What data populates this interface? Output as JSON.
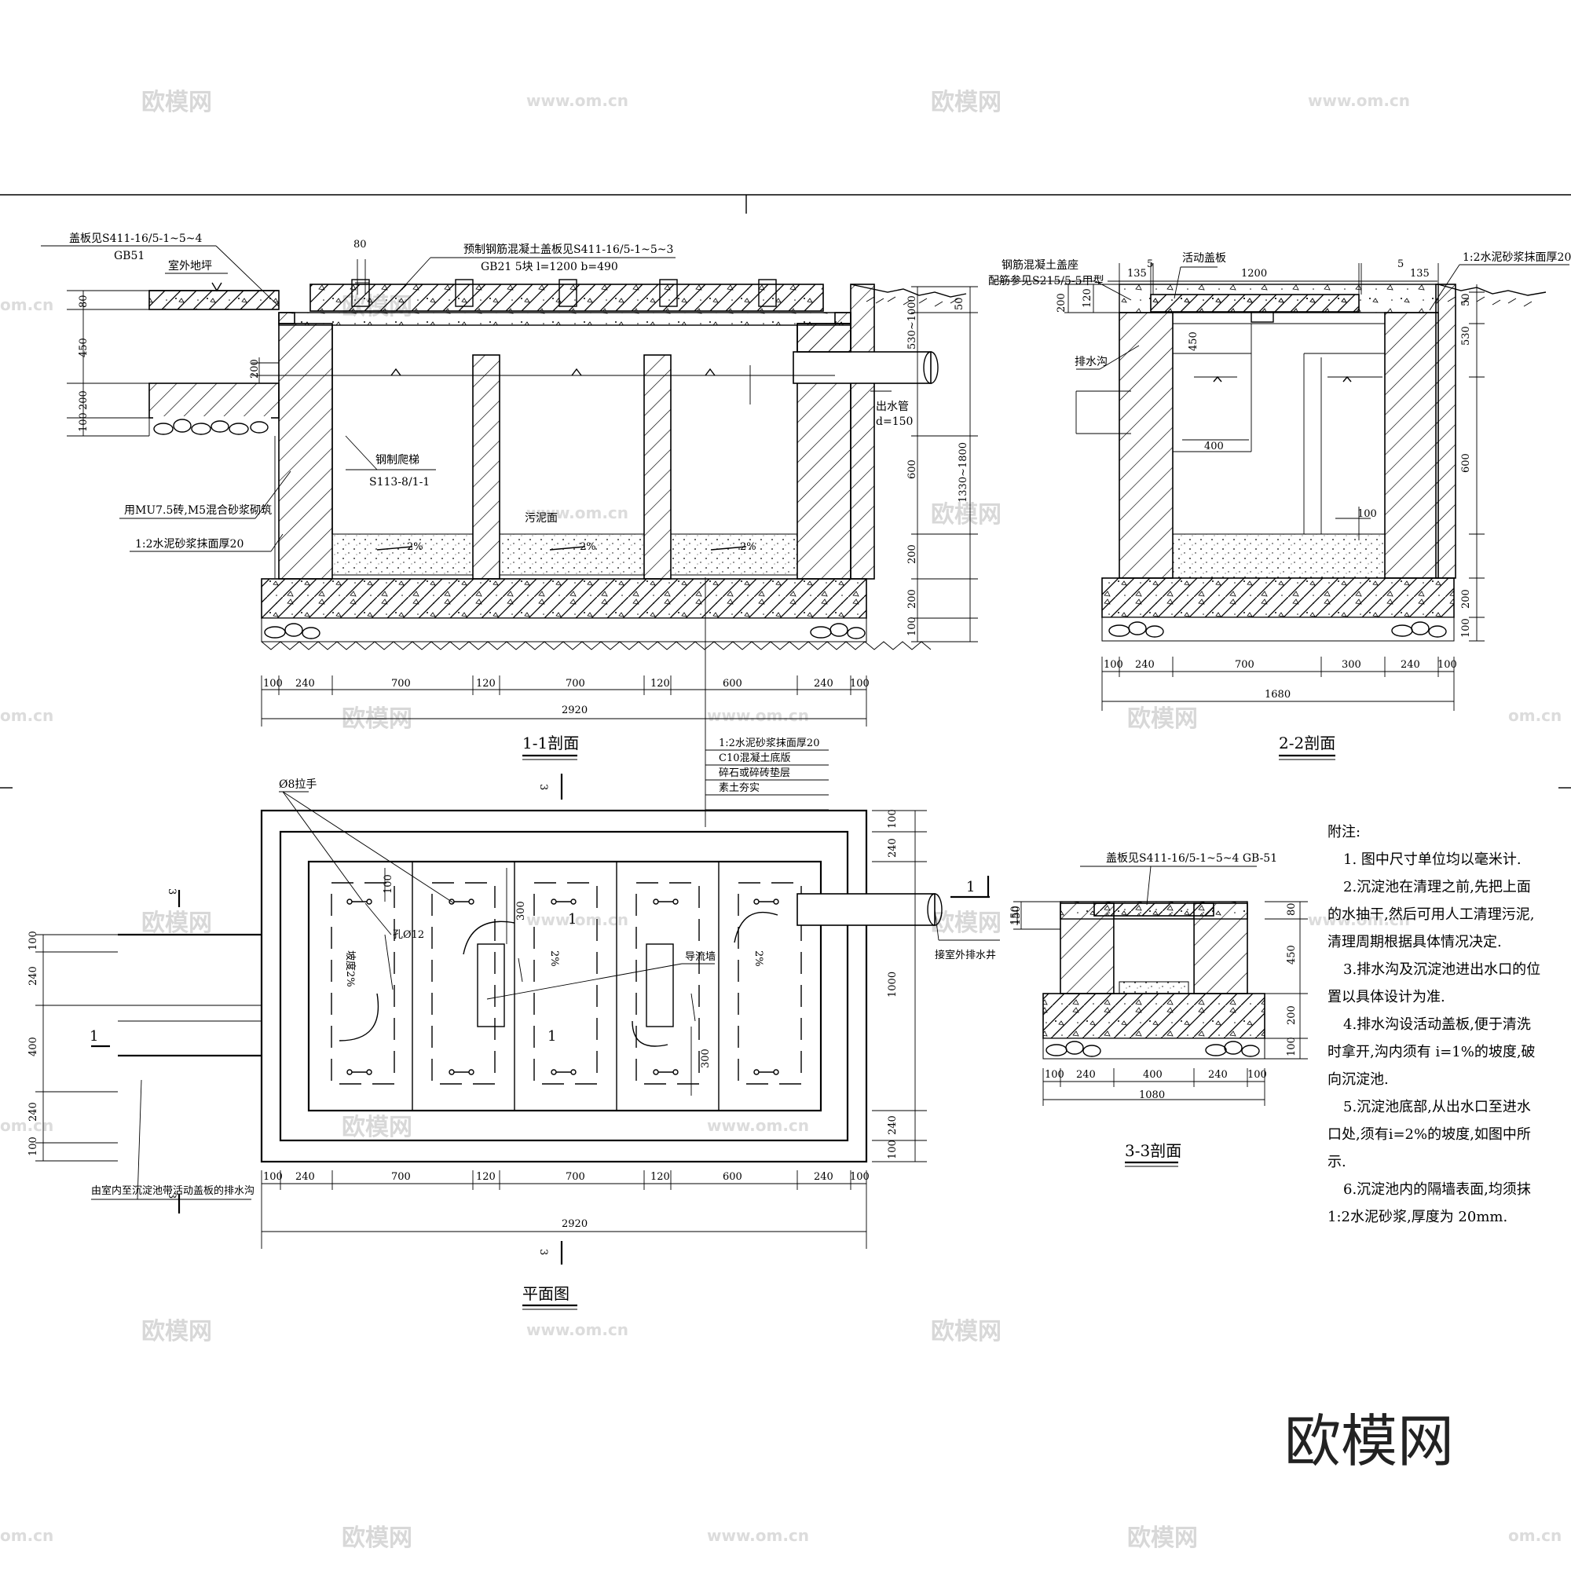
{
  "watermark": {
    "brand": "欧模网",
    "url": "www.om.cn",
    "partial": "om.cn"
  },
  "section_1_1": {
    "title": "1-1剖面",
    "labels": {
      "cover_note": "盖板见S411-16/5-1~5~4",
      "cover_gb": "GB51",
      "outdoor_floor": "室外地坪",
      "precast_slab": "预制钢筋混凝土盖板见S411-16/5-1~5~3",
      "slab_spec": "GB21    5块    l=1200    b=490",
      "ladder": "钢制爬梯",
      "ladder_ref": "S113-8/1-1",
      "masonry": "用MU7.5砖,M5混合砂浆砌筑",
      "plaster": "1:2水泥砂浆抹面厚20",
      "sludge": "污泥面",
      "outlet_pipe": "出水管",
      "outlet_d": "d=150",
      "slope": "2%"
    },
    "dims_vertical_left": [
      "80",
      "450",
      "200",
      "100"
    ],
    "dims_vertical_right": [
      "50",
      "530~1000",
      "600",
      "200",
      "200",
      "100"
    ],
    "dim_total_vertical": "1330~1800",
    "dim_200": "200",
    "dim_80": "80",
    "dims_horizontal": [
      "100",
      "240",
      "700",
      "120",
      "700",
      "120",
      "600",
      "240",
      "100"
    ],
    "dim_total": "2920",
    "legend": [
      "1:2水泥砂浆抹面厚20",
      "C10混凝土底版",
      "碎石或碎砖垫层",
      "素土夯实"
    ],
    "cut_label": "3"
  },
  "section_2_2": {
    "title": "2-2剖面",
    "labels": {
      "movable_cover": "活动盖板",
      "rc_seat": "钢筋混凝土盖座",
      "rc_ref": "配筋参见S215/5-5甲型",
      "plaster_top": "1:2水泥砂浆抹面厚20",
      "drain": "排水沟"
    },
    "dims_top": [
      "135",
      "5",
      "1200",
      "5",
      "135"
    ],
    "dims_left": [
      "200",
      "120",
      "450"
    ],
    "dims_right": [
      "50",
      "530",
      "600",
      "200",
      "100"
    ],
    "dim_400": "400",
    "dim_100": "100",
    "dims_horizontal": [
      "100",
      "240",
      "700",
      "300",
      "240",
      "100"
    ],
    "dim_total": "1680"
  },
  "plan": {
    "title": "平面图",
    "labels": {
      "handle": "Ø8拉手",
      "hole": "孔Ø12",
      "baffle": "导流墙",
      "slope_text": "坡度2%",
      "slope": "2%",
      "to_well": "接室外排水井",
      "drain_note": "由室内至沉淀池带活动盖板的排水沟",
      "cut1": "1",
      "cut3": "3"
    },
    "dims_left": [
      "100",
      "240",
      "400",
      "240",
      "100"
    ],
    "dims_right": [
      "100",
      "240",
      "1000",
      "240",
      "100"
    ],
    "dim_150": "150",
    "dim_300a": "300",
    "dim_300b": "300",
    "dim_100": "100",
    "dims_horizontal": [
      "100",
      "240",
      "700",
      "120",
      "700",
      "120",
      "600",
      "240",
      "100"
    ],
    "dim_total": "2920"
  },
  "section_3_3": {
    "title": "3-3剖面",
    "labels": {
      "cover_note": "盖板见S411-16/5-1~5~4    GB-51"
    },
    "dims_left": [
      "150"
    ],
    "dims_right": [
      "80",
      "450",
      "200",
      "100"
    ],
    "dims_horizontal": [
      "100",
      "240",
      "400",
      "240",
      "100"
    ],
    "dim_total": "1080"
  },
  "notes": {
    "heading": "附注:",
    "lines": [
      "1. 图中尺寸单位均以毫米计.",
      "2.沉淀池在清理之前,先把上面",
      "的水抽干,然后可用人工清理污泥,",
      "清理周期根据具体情况决定.",
      "3.排水沟及沉淀池进出水口的位",
      "置以具体设计为准.",
      "4.排水沟设活动盖板,便于清洗",
      "时拿开,沟内须有  i=1%的坡度,破",
      "向沉淀池.",
      "5.沉淀池底部,从出水口至进水",
      "口处,须有i=2%的坡度,如图中所",
      "示.",
      "6.沉淀池内的隔墙表面,均须抹",
      "1:2水泥砂浆,厚度为  20mm."
    ]
  }
}
